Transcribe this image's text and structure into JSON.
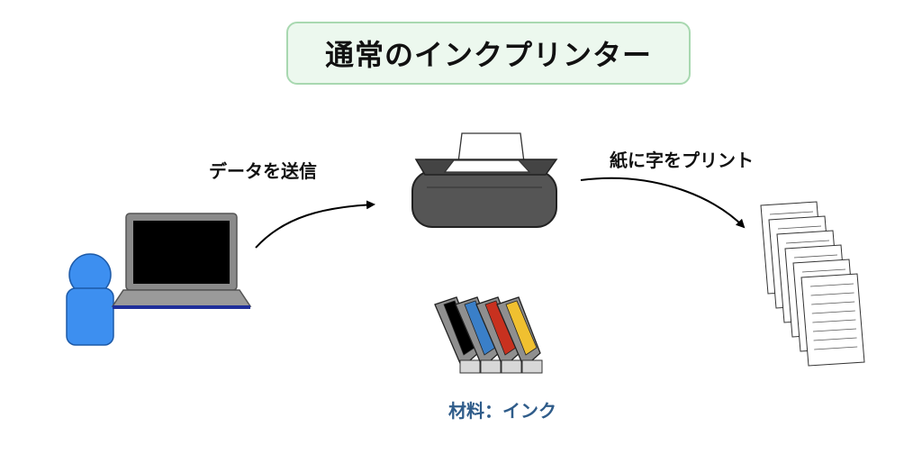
{
  "title": "通常のインクプリンター",
  "labels": {
    "send_data": "データを送信",
    "print_on_paper": "紙に字をプリント",
    "material": "材料：インク"
  },
  "icons": {
    "user": "person-icon",
    "computer": "laptop-icon",
    "printer": "printer-icon",
    "output": "printed-pages-icon",
    "ink": "ink-cartridges-icon"
  },
  "colors": {
    "title_border": "#a8d8b0",
    "title_background": "#ecf8ee",
    "person": "#3d8ff0",
    "laptop_body": "#8a8a8a",
    "laptop_screen": "#000000",
    "laptop_base_edge": "#1f2f9a",
    "printer_body": "#555555",
    "ink_black": "#000000",
    "ink_cyan": "#3a7fc8",
    "ink_magenta": "#c8311f",
    "ink_yellow": "#f0c030",
    "material_label": "#2f5c8a"
  }
}
